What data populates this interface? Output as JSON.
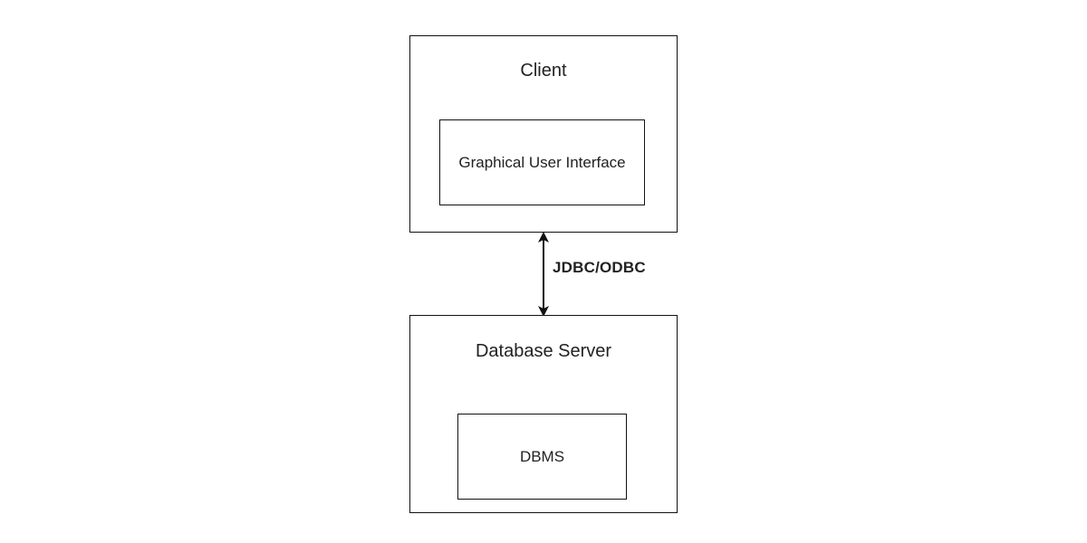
{
  "client": {
    "title": "Client",
    "component": "Graphical User Interface"
  },
  "server": {
    "title": "Database Server",
    "component": "DBMS"
  },
  "connection": {
    "label": "JDBC/ODBC",
    "direction": "bidirectional"
  }
}
